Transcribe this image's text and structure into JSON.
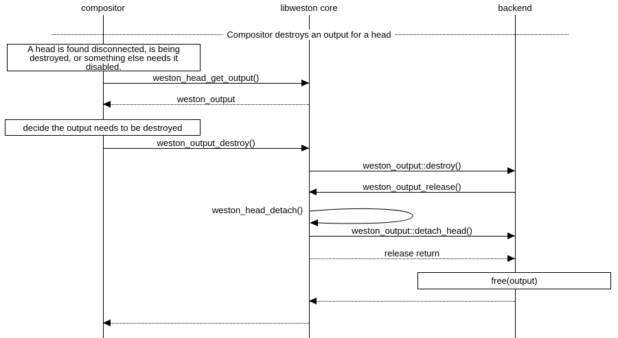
{
  "title": "Compositor destroys an output for a head",
  "actors": [
    {
      "id": "compositor",
      "label": "compositor"
    },
    {
      "id": "libweston-core",
      "label": "libweston core"
    },
    {
      "id": "backend",
      "label": "backend"
    }
  ],
  "divider": {
    "label": "Compositor destroys an output for a head"
  },
  "notes": [
    {
      "text": "A head is found disconnected, is being destroyed, or something else needs it disabled."
    },
    {
      "text": "decide the output needs to be destroyed"
    },
    {
      "text": "free(output)"
    }
  ],
  "messages": [
    {
      "label": "weston_head_get_output()",
      "from": "compositor",
      "to": "libweston core",
      "style": "solid"
    },
    {
      "label": "weston_output",
      "from": "libweston core",
      "to": "compositor",
      "style": "dotted"
    },
    {
      "label": "weston_output_destroy()",
      "from": "compositor",
      "to": "libweston core",
      "style": "solid"
    },
    {
      "label": "weston_output::destroy()",
      "from": "libweston core",
      "to": "backend",
      "style": "solid"
    },
    {
      "label": "weston_output_release()",
      "from": "backend",
      "to": "libweston core",
      "style": "solid"
    },
    {
      "label": "weston_head_detach()",
      "from": "libweston core",
      "to": "libweston core",
      "style": "self"
    },
    {
      "label": "weston_output::detach_head()",
      "from": "libweston core",
      "to": "backend",
      "style": "solid"
    },
    {
      "label": "release return",
      "from": "libweston core",
      "to": "backend",
      "style": "dotted"
    },
    {
      "label": "",
      "from": "backend",
      "to": "libweston core",
      "style": "dotted"
    },
    {
      "label": "",
      "from": "libweston core",
      "to": "compositor",
      "style": "dotted"
    }
  ]
}
